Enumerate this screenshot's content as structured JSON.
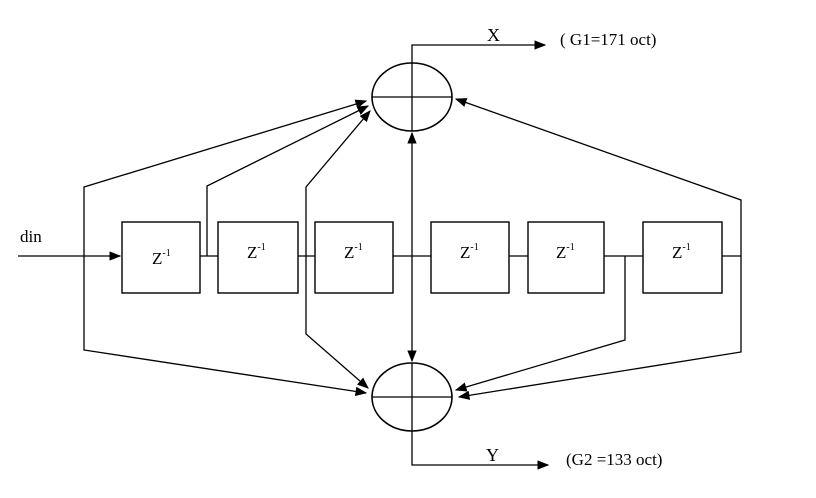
{
  "input_label": "din",
  "delay_label": "Z",
  "delay_exponent": "-1",
  "delay_count": 6,
  "output_top": {
    "name": "X",
    "polynomial": "( G1=171 oct)"
  },
  "output_bottom": {
    "name": "Y",
    "polynomial": "(G2 =133 oct)"
  }
}
